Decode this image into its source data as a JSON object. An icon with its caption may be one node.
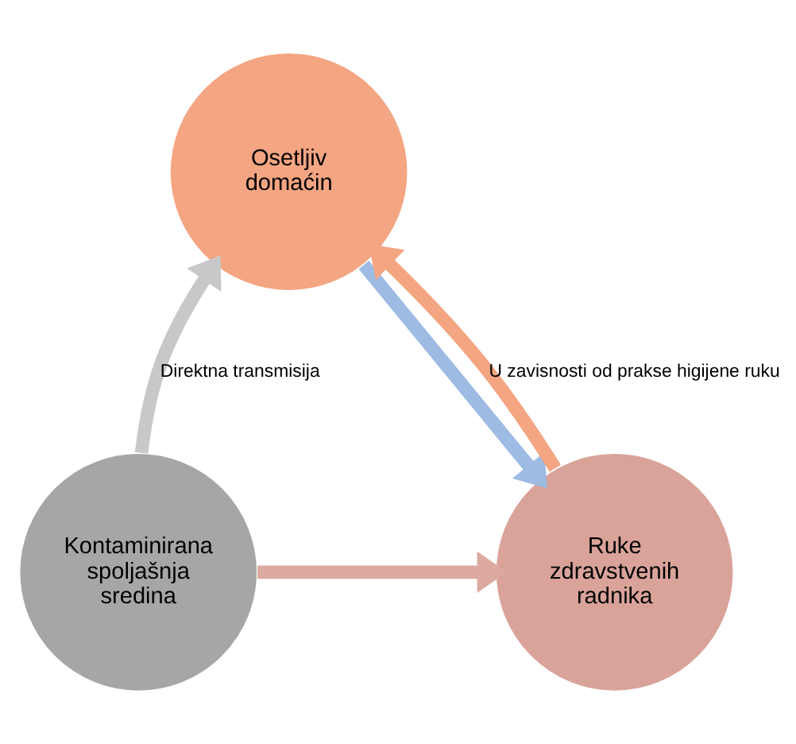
{
  "diagram": {
    "nodes": [
      {
        "text": [
          "Osetljiv domaćin"
        ]
      },
      {
        "text": [
          "Kontaminirana spoljašnja sredina"
        ]
      },
      {
        "text": [
          "Ruke zdravstvenih radnika"
        ]
      }
    ],
    "edges": [
      {
        "from": 1,
        "to": 0,
        "arrow": "to",
        "label": "Direktna transmisija",
        "color": "#c8c8c8"
      },
      {
        "from": 1,
        "to": 2,
        "arrow": "to",
        "color": "#dcaaa0"
      },
      {
        "from": 2,
        "to": 0,
        "arrow": "to",
        "label": "U zavisnosti od prakse higijene ruku",
        "color": "#f4a582"
      },
      {
        "from": 0,
        "to": 2,
        "arrow": "to",
        "color": "#9dbbe3"
      }
    ]
  }
}
